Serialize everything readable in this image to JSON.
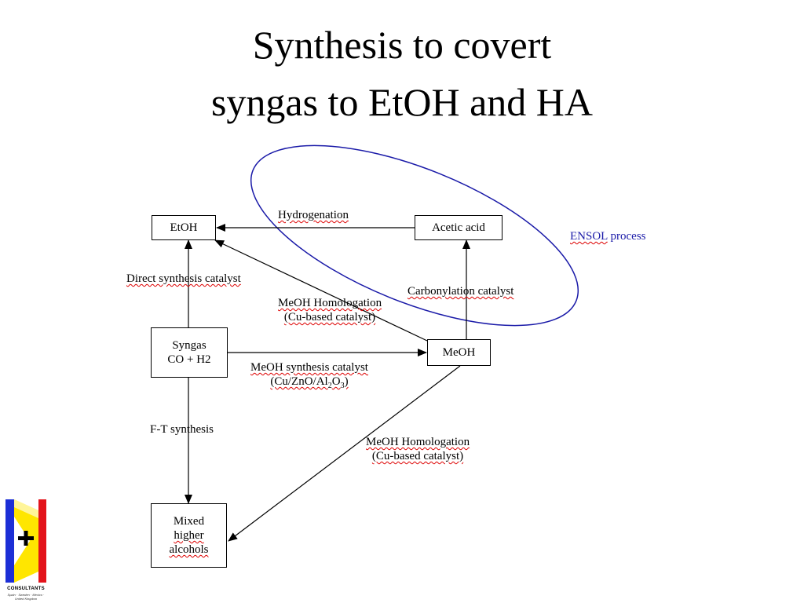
{
  "title": {
    "line1": "Synthesis to covert",
    "line2": "syngas to EtOH and HA"
  },
  "nodes": {
    "etoh": "EtOH",
    "acetic_acid": "Acetic acid",
    "syngas_line1": "Syngas",
    "syngas_line2": "CO + H2",
    "meoh": "MeOH",
    "mixed_line1": "Mixed",
    "mixed_line2": "higher",
    "mixed_line3": "alcohols"
  },
  "edges": {
    "hydrogenation": "Hydrogenation",
    "direct_synthesis": "Direct synthesis catalyst",
    "carbonylation": "Carbonylation catalyst",
    "homologation_upper_1": "MeOH Homologation",
    "homologation_upper_2": "(Cu-based catalyst)",
    "meoh_synthesis_1": "MeOH synthesis catalyst",
    "meoh_synthesis_2a": "(Cu/ZnO/Al",
    "meoh_synthesis_2b": "2",
    "meoh_synthesis_2c": "O",
    "meoh_synthesis_2d": "3",
    "meoh_synthesis_2e": ")",
    "ft_synthesis": "F-T synthesis",
    "homologation_lower_1": "MeOH Homologation",
    "homologation_lower_2": "(Cu-based catalyst)"
  },
  "ensol": {
    "word": "ENSOL",
    "suffix": " process",
    "color": "#1a1aa8"
  },
  "logo": {
    "text": "CONSULTANTS",
    "sub": "Spain · Sweden · Mexico · United Kingdom",
    "colors": {
      "blue": "#1c2fd6",
      "red": "#e3131b",
      "yellow": "#ffe600"
    }
  }
}
